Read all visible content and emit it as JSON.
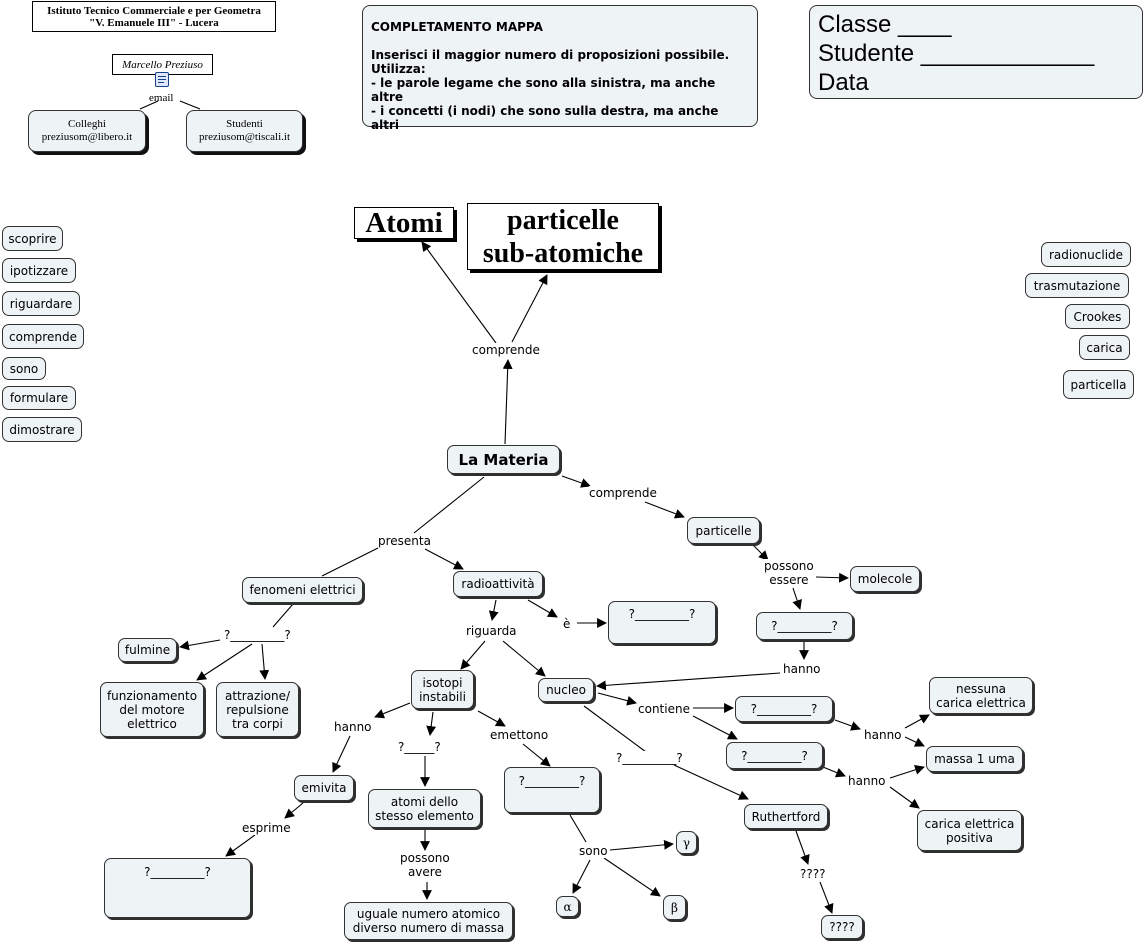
{
  "header": {
    "school": "Istituto Tecnico Commerciale e per Geometra\n\"V. Emanuele III\" - Lucera",
    "author": "Marcello Preziuso",
    "email_label": "email",
    "contact_colleghi": "Colleghi\npreziusom@libero.it",
    "contact_studenti": "Studenti\npreziusom@tiscali.it"
  },
  "instructions": {
    "title": "COMPLETAMENTO MAPPA",
    "line1": "Inserisci il maggior numero di proposizioni possibile.",
    "line2": "Utilizza:",
    "line3": "- le parole legame che sono alla sinistra, ma anche altre",
    "line4": "- i concetti (i nodi) che sono sulla destra, ma anche altri"
  },
  "student_form": {
    "text": "Classe ____\nStudente _____________\nData"
  },
  "linking_words": [
    "scoprire",
    "ipotizzare",
    "riguardare",
    "comprende",
    "sono",
    "formulare",
    "dimostrare"
  ],
  "concepts": [
    "radionuclide",
    "trasmutazione",
    "Crookes",
    "carica",
    "particella"
  ],
  "map": {
    "atomi": "Atomi",
    "particelle_sub": "particelle\nsub-atomiche",
    "comprende_top": "comprende",
    "la_materia": "La Materia",
    "comprende_right": "comprende",
    "particelle": "particelle",
    "possono_essere": "possono\nessere",
    "molecole": "molecole",
    "blank_particelle": "?_________?",
    "hanno_1": "hanno",
    "presenta": "presenta",
    "fenomeni_elettrici": "fenomeni elettrici",
    "blank_fenomeni": "?_________?",
    "fulmine": "fulmine",
    "funzionamento": "funzionamento\ndel motore\nelettrico",
    "attrazione": "attrazione/\nrepulsione\ntra corpi",
    "radioattivita": "radioattività",
    "e_label": "è",
    "blank_e": "?_________?",
    "riguarda": "riguarda",
    "isotopi": "isotopi\ninstabili",
    "nucleo": "nucleo",
    "hanno_2": "hanno",
    "emivita": "emivita",
    "esprime": "esprime",
    "blank_esprime": "?_________?",
    "blank_short": "?_____?",
    "atomi_stesso": "atomi dello\nstesso elemento",
    "possono_avere": "possono\navere",
    "uguale_numero": "uguale numero atomico\ndiverso numero di massa",
    "emettono": "emettono",
    "blank_emettono": "?_________?",
    "sono": "sono",
    "gamma": "γ",
    "alpha": "α",
    "beta": "β",
    "contiene": "contiene",
    "blank_contiene1": "?_________?",
    "blank_contiene2": "?_________?",
    "hanno_3": "hanno",
    "hanno_4": "hanno",
    "nessuna_carica": "nessuna\ncarica elettrica",
    "massa_uma": "massa 1 uma",
    "carica_positiva": "carica elettrica\npositiva",
    "blank_nucleo": "?_________?",
    "rutherford": "Ruthertford",
    "q1": "????",
    "q2": "????"
  }
}
